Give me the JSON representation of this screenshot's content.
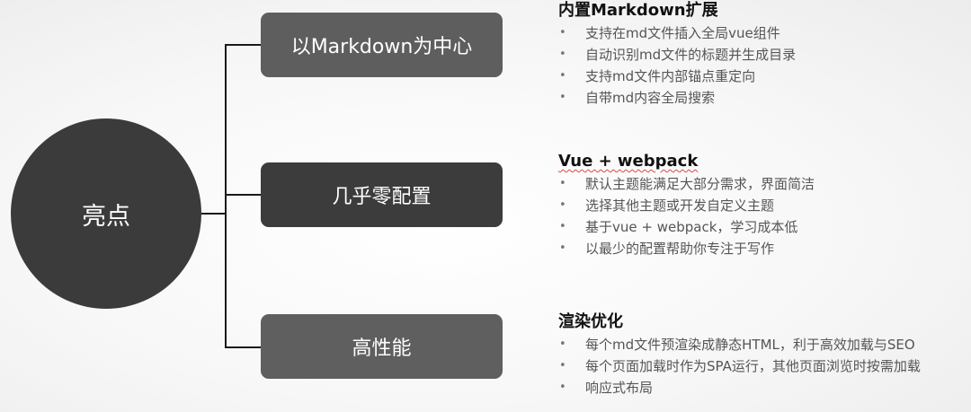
{
  "center": {
    "label": "亮点"
  },
  "nodes": [
    {
      "label": "以Markdown为中心",
      "heading": "内置Markdown扩展",
      "items": [
        "支持在md文件插入全局vue组件",
        "自动识别md文件的标题并生成目录",
        "支持md文件内部锚点重定向",
        "自带md内容全局搜索"
      ]
    },
    {
      "label": "几乎零配置",
      "heading": "Vue + webpack",
      "items": [
        "默认主题能满足大部分需求，界面简洁",
        "选择其他主题或开发自定义主题",
        "基于vue + webpack，学习成本低",
        "以最少的配置帮助你专注于写作"
      ]
    },
    {
      "label": "高性能",
      "heading": "渲染优化",
      "items": [
        "每个md文件预渲染成静态HTML，利于高效加载与SEO",
        "每个页面加载时作为SPA运行，其他页面浏览时按需加载",
        "响应式布局"
      ]
    }
  ],
  "colors": {
    "center_fill": "#3b3b3b",
    "node_fill_light": "#5e5e5e",
    "node_fill_dark": "#3c3c3c",
    "connector": "#1a1a1a",
    "heading_text": "#111111",
    "item_text": "#555555"
  }
}
